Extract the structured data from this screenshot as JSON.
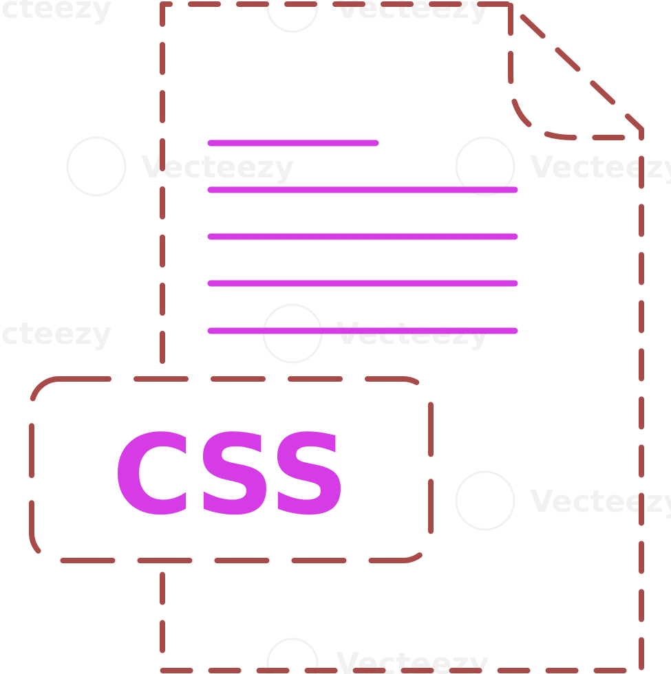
{
  "icon": {
    "name": "css-file-icon",
    "label": "CSS",
    "text_line_count": 5
  },
  "watermark": {
    "text": "Vecteezy"
  },
  "colors": {
    "outline": "#a84a48",
    "accent": "#d63ce6",
    "watermark": "#e6e6e6",
    "background": "#ffffff"
  }
}
